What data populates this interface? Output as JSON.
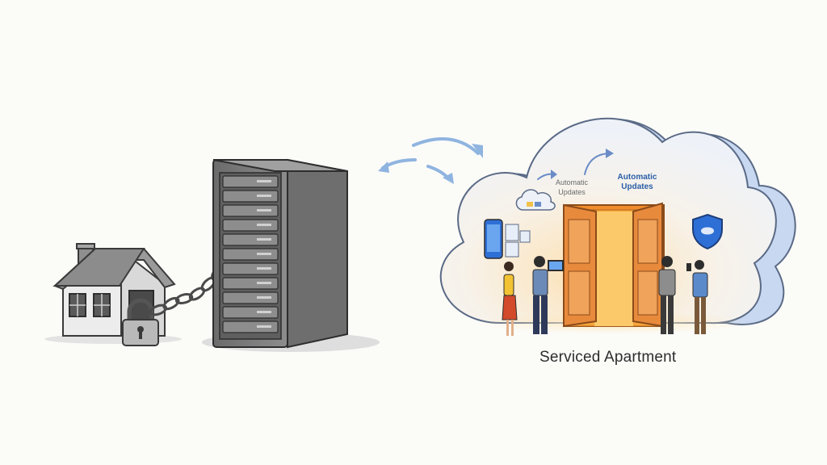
{
  "labels": {
    "caption": "Serviced Apartment",
    "updates_gray_line1": "Automatic",
    "updates_gray_line2": "Updates",
    "updates_blue_line1": "Automatic",
    "updates_blue_line2": "Updates"
  },
  "icons": {
    "house": "house-icon",
    "padlock": "padlock-icon",
    "chain": "chain-icon",
    "server": "server-rack-icon",
    "exchange_arrows": "exchange-arrows-icon",
    "cloud": "cloud-icon",
    "open_door": "open-door-icon",
    "shield": "shield-icon",
    "phone": "smartphone-icon",
    "mini_cloud": "mini-cloud-icon",
    "sync_arrows": "sync-arrows-icon"
  },
  "colors": {
    "background": "#fbfbf8",
    "cloud_fill": "#fbf3e6",
    "cloud_shadow": "#c9d9f2",
    "cloud_edge": "#5a6a86",
    "door_glow": "#f7a73a",
    "door_frame": "#e8893a",
    "server_body": "#7a7a7a",
    "arrow_blue": "#8fb4e0",
    "accent_text": "#2b5ea8",
    "shield_blue": "#2e6fd6"
  }
}
